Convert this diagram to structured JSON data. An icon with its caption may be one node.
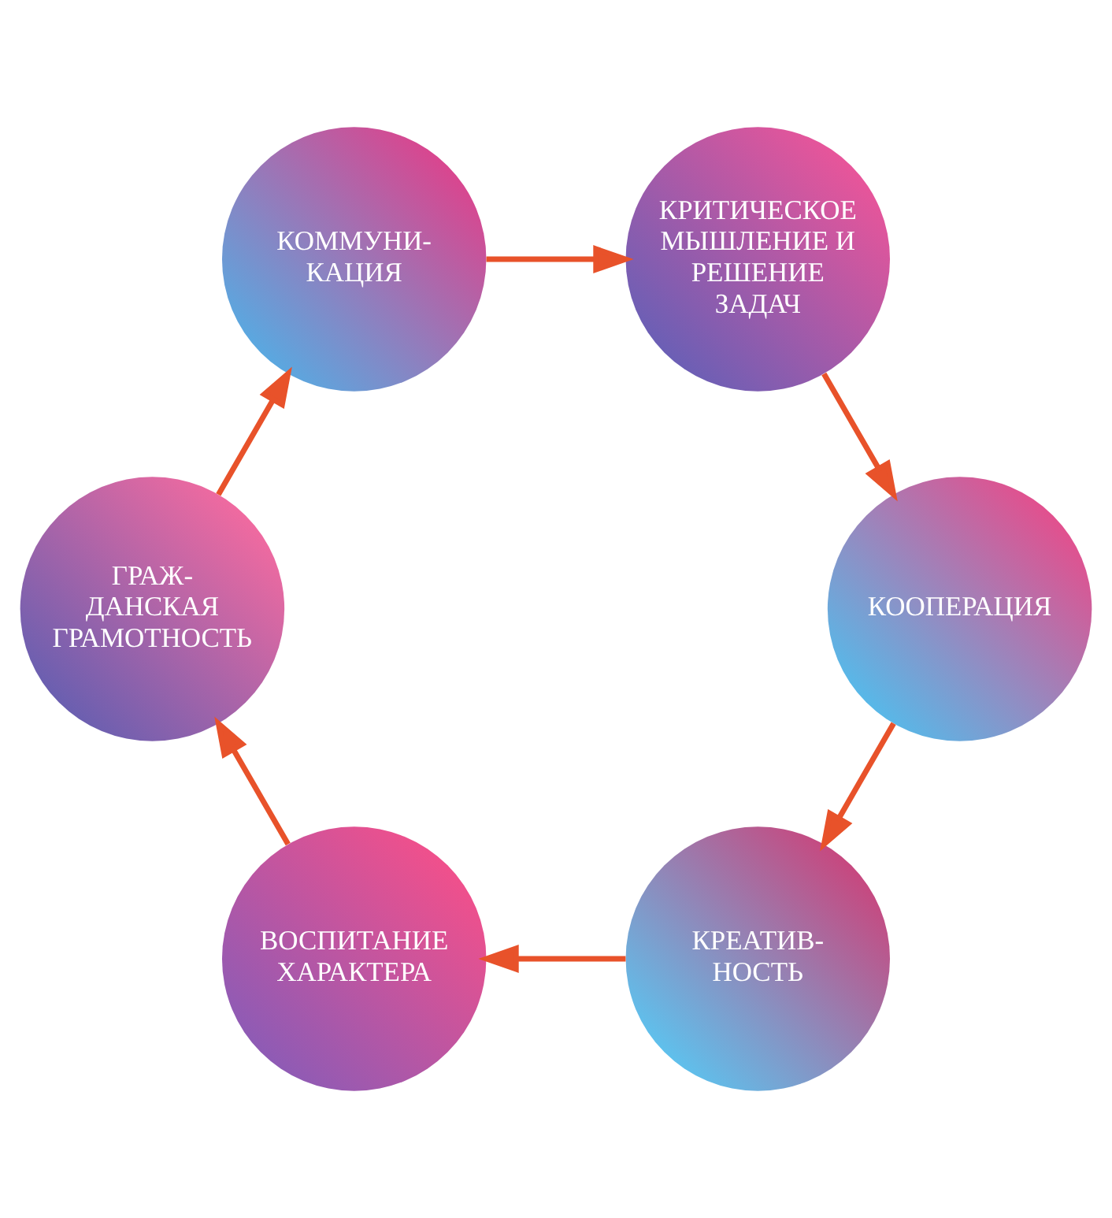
{
  "diagram": {
    "nodes": [
      {
        "text": [
          "ВОСПИТАНИЕ ХАРАКТЕРА"
        ]
      },
      {
        "text": [
          "ГРАЖ- ДАНСКАЯ ГРАМОТНОСТЬ"
        ]
      },
      {
        "text": [
          "КОММУНИ- КАЦИЯ"
        ]
      },
      {
        "text": [
          "КРИТИЧЕСКОЕ МЫШЛЕНИЕ И РЕШЕНИЕ ЗАДАЧ"
        ]
      },
      {
        "text": [
          "КООПЕРАЦИЯ"
        ]
      },
      {
        "text": [
          "КРЕАТИВ- НОСТЬ"
        ]
      }
    ],
    "edges": [
      {
        "from": 0,
        "to": 1,
        "arrow": "to"
      },
      {
        "from": 1,
        "to": 2,
        "arrow": "to"
      },
      {
        "from": 2,
        "to": 3,
        "arrow": "to"
      },
      {
        "from": 3,
        "to": 4,
        "arrow": "to"
      },
      {
        "from": 4,
        "to": 5,
        "arrow": "to"
      },
      {
        "from": 5,
        "to": 0,
        "arrow": "to"
      }
    ]
  }
}
